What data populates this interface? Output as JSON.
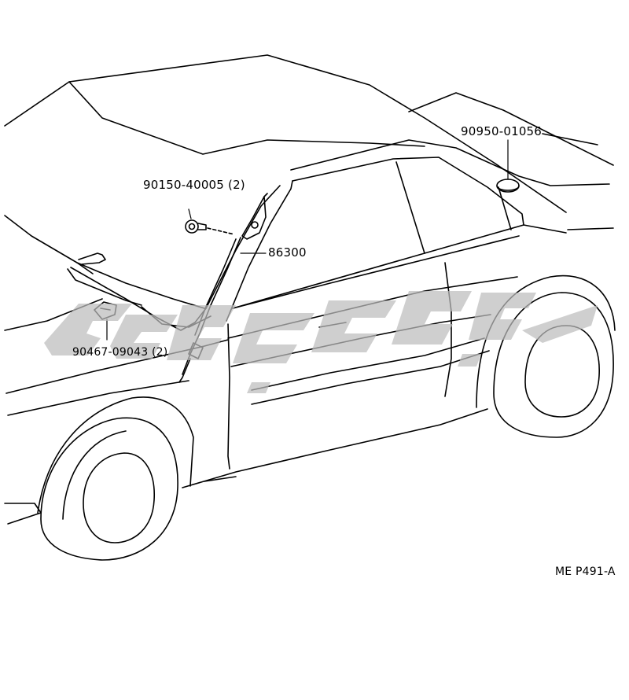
{
  "diagram": {
    "parts": [
      {
        "part_number": "90950-01056"
      },
      {
        "part_number": "90150-40005 (2)"
      },
      {
        "part_number": "86300"
      },
      {
        "part_number": "90467-09043 (2)"
      }
    ],
    "reference_code": "ME  P491-A"
  },
  "colors": {
    "line": "#000000",
    "watermark": "#bdbdbd",
    "background": "#ffffff"
  }
}
